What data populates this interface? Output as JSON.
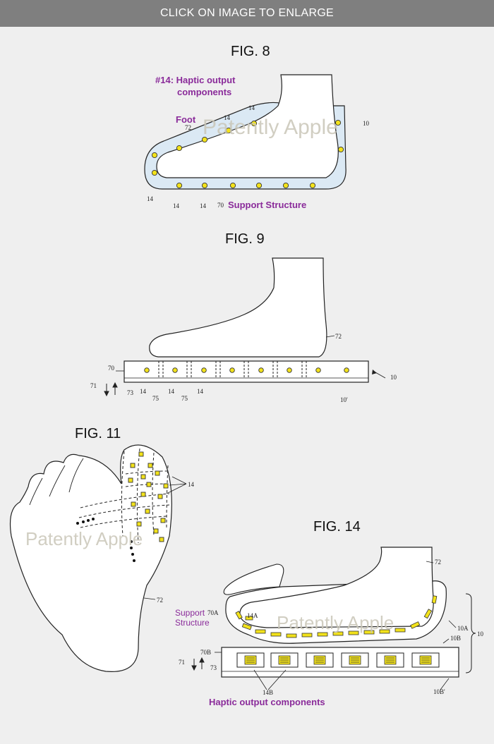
{
  "header": {
    "text": "CLICK ON IMAGE TO ENLARGE"
  },
  "watermark": "Patently Apple",
  "colors": {
    "accent_label": "#8a2b9a",
    "haptic_yellow": "#f2e21b",
    "support_blue": "#dbe9f4"
  },
  "fig8": {
    "title": "FIG. 8",
    "label_haptic_line1": "#14: Haptic output",
    "label_haptic_line2": "components",
    "label_foot": "Foot",
    "label_support": "Support Structure",
    "refs": {
      "r14": "14",
      "r72": "72",
      "r10": "10",
      "r70": "70"
    }
  },
  "fig9": {
    "title": "FIG. 9",
    "refs": {
      "r72": "72",
      "r70": "70",
      "r10": "10",
      "r10p": "10'",
      "r14": "14",
      "r75": "75",
      "r71": "71",
      "r73": "73"
    }
  },
  "fig11": {
    "title": "FIG. 11",
    "refs": {
      "r14": "14",
      "r72": "72"
    }
  },
  "fig14": {
    "title": "FIG. 14",
    "label_support_line1": "Support",
    "label_support_line2": "Structure",
    "label_haptic": "Haptic output components",
    "refs": {
      "r72": "72",
      "r70a": "70A",
      "r14a": "14A",
      "r10a": "10A",
      "r10": "10",
      "r10b": "10B",
      "r70b": "70B",
      "r71": "71",
      "r73": "73",
      "r14b": "14B",
      "r10bp": "10B'"
    }
  }
}
